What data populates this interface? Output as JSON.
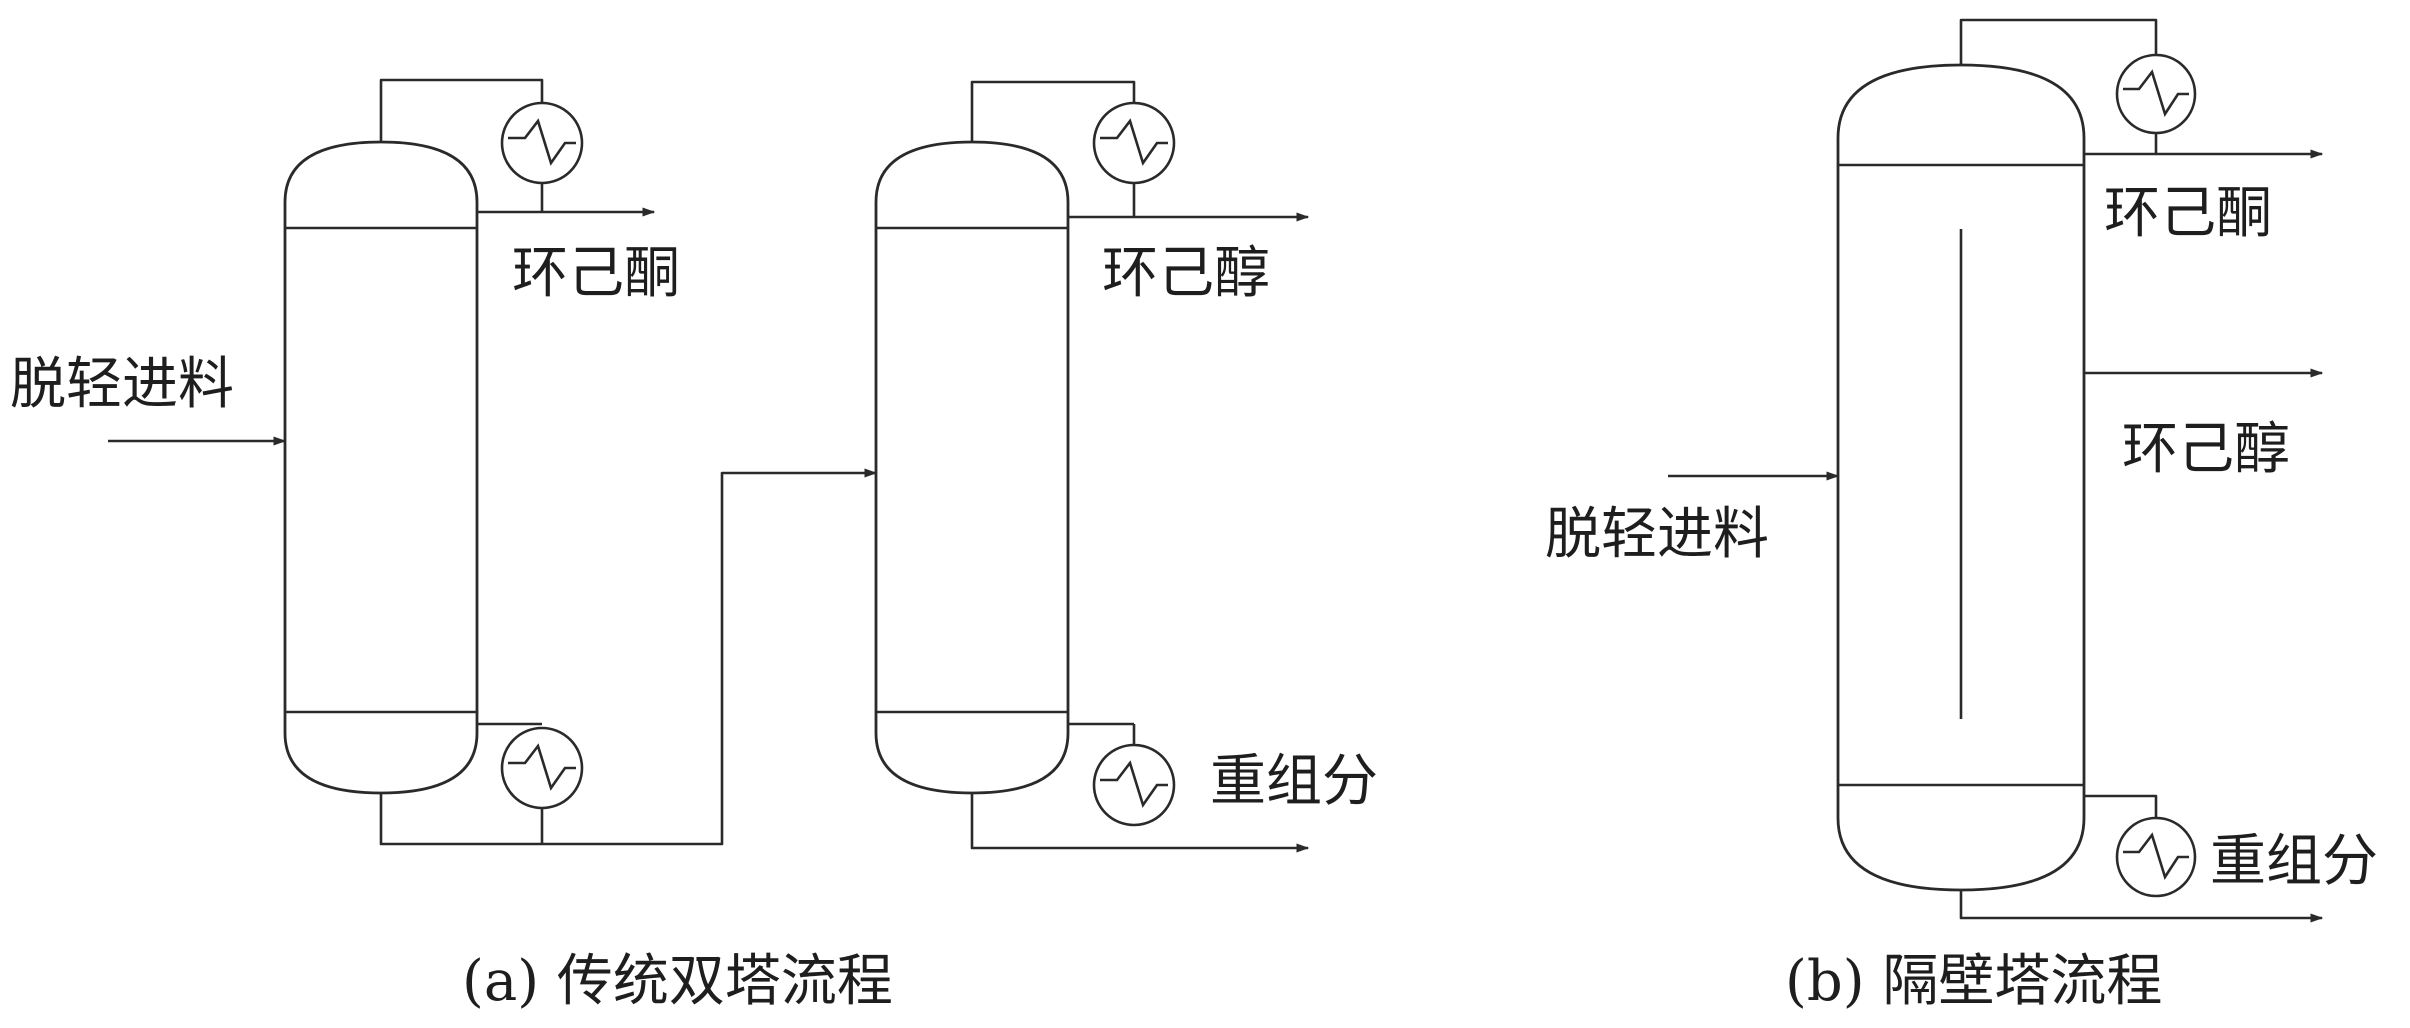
{
  "labels": {
    "a_feed": "脱轻进料",
    "a_col1_top_product": "环己酮",
    "a_col2_top_product": "环己醇",
    "a_col2_bottom_product": "重组分",
    "b_feed": "脱轻进料",
    "b_top_product": "环己酮",
    "b_side_product": "环己醇",
    "b_bottom_product": "重组分"
  },
  "captions": {
    "a": "(a) 传统双塔流程",
    "b": "(b) 隔壁塔流程"
  },
  "colors": {
    "line": "#2a2a2a",
    "text": "#1e1e1e",
    "background": "#ffffff"
  }
}
